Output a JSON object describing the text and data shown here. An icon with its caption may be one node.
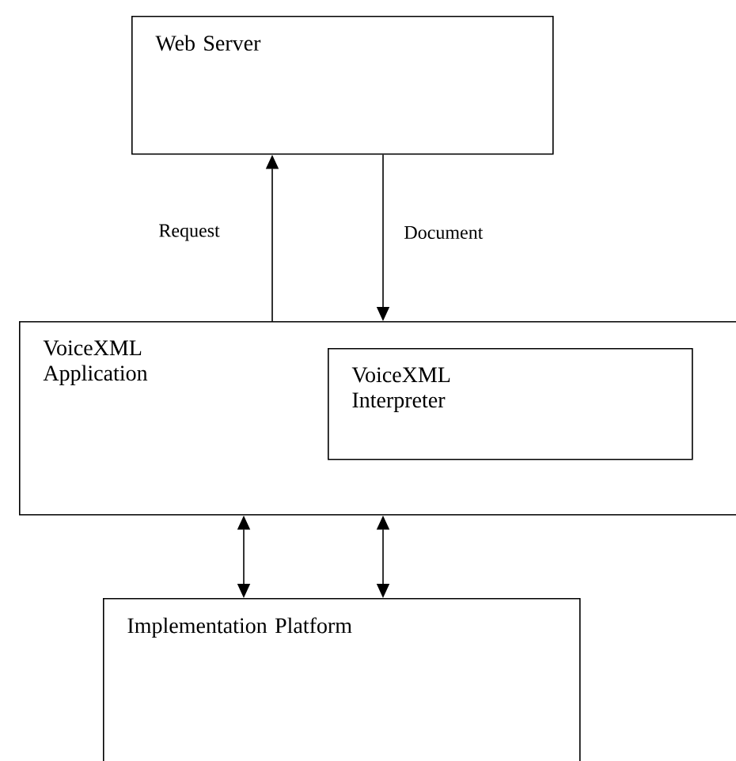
{
  "diagram": {
    "nodes": [
      {
        "text": [
          "Web Server"
        ]
      },
      {
        "text": [
          "VoiceXML Application"
        ]
      },
      {
        "text": [
          "VoiceXML Interpreter"
        ],
        "in": 1
      },
      {
        "text": [
          "Implementation Platform"
        ]
      }
    ],
    "edges": [
      {
        "from": 1,
        "to": 0,
        "arrow": "to",
        "label": "Request"
      },
      {
        "from": 0,
        "to": 1,
        "arrow": "to",
        "label": "Document"
      },
      {
        "from": 1,
        "to": 3,
        "arrow": "both"
      },
      {
        "from": 1,
        "to": 3,
        "arrow": "both"
      }
    ]
  }
}
